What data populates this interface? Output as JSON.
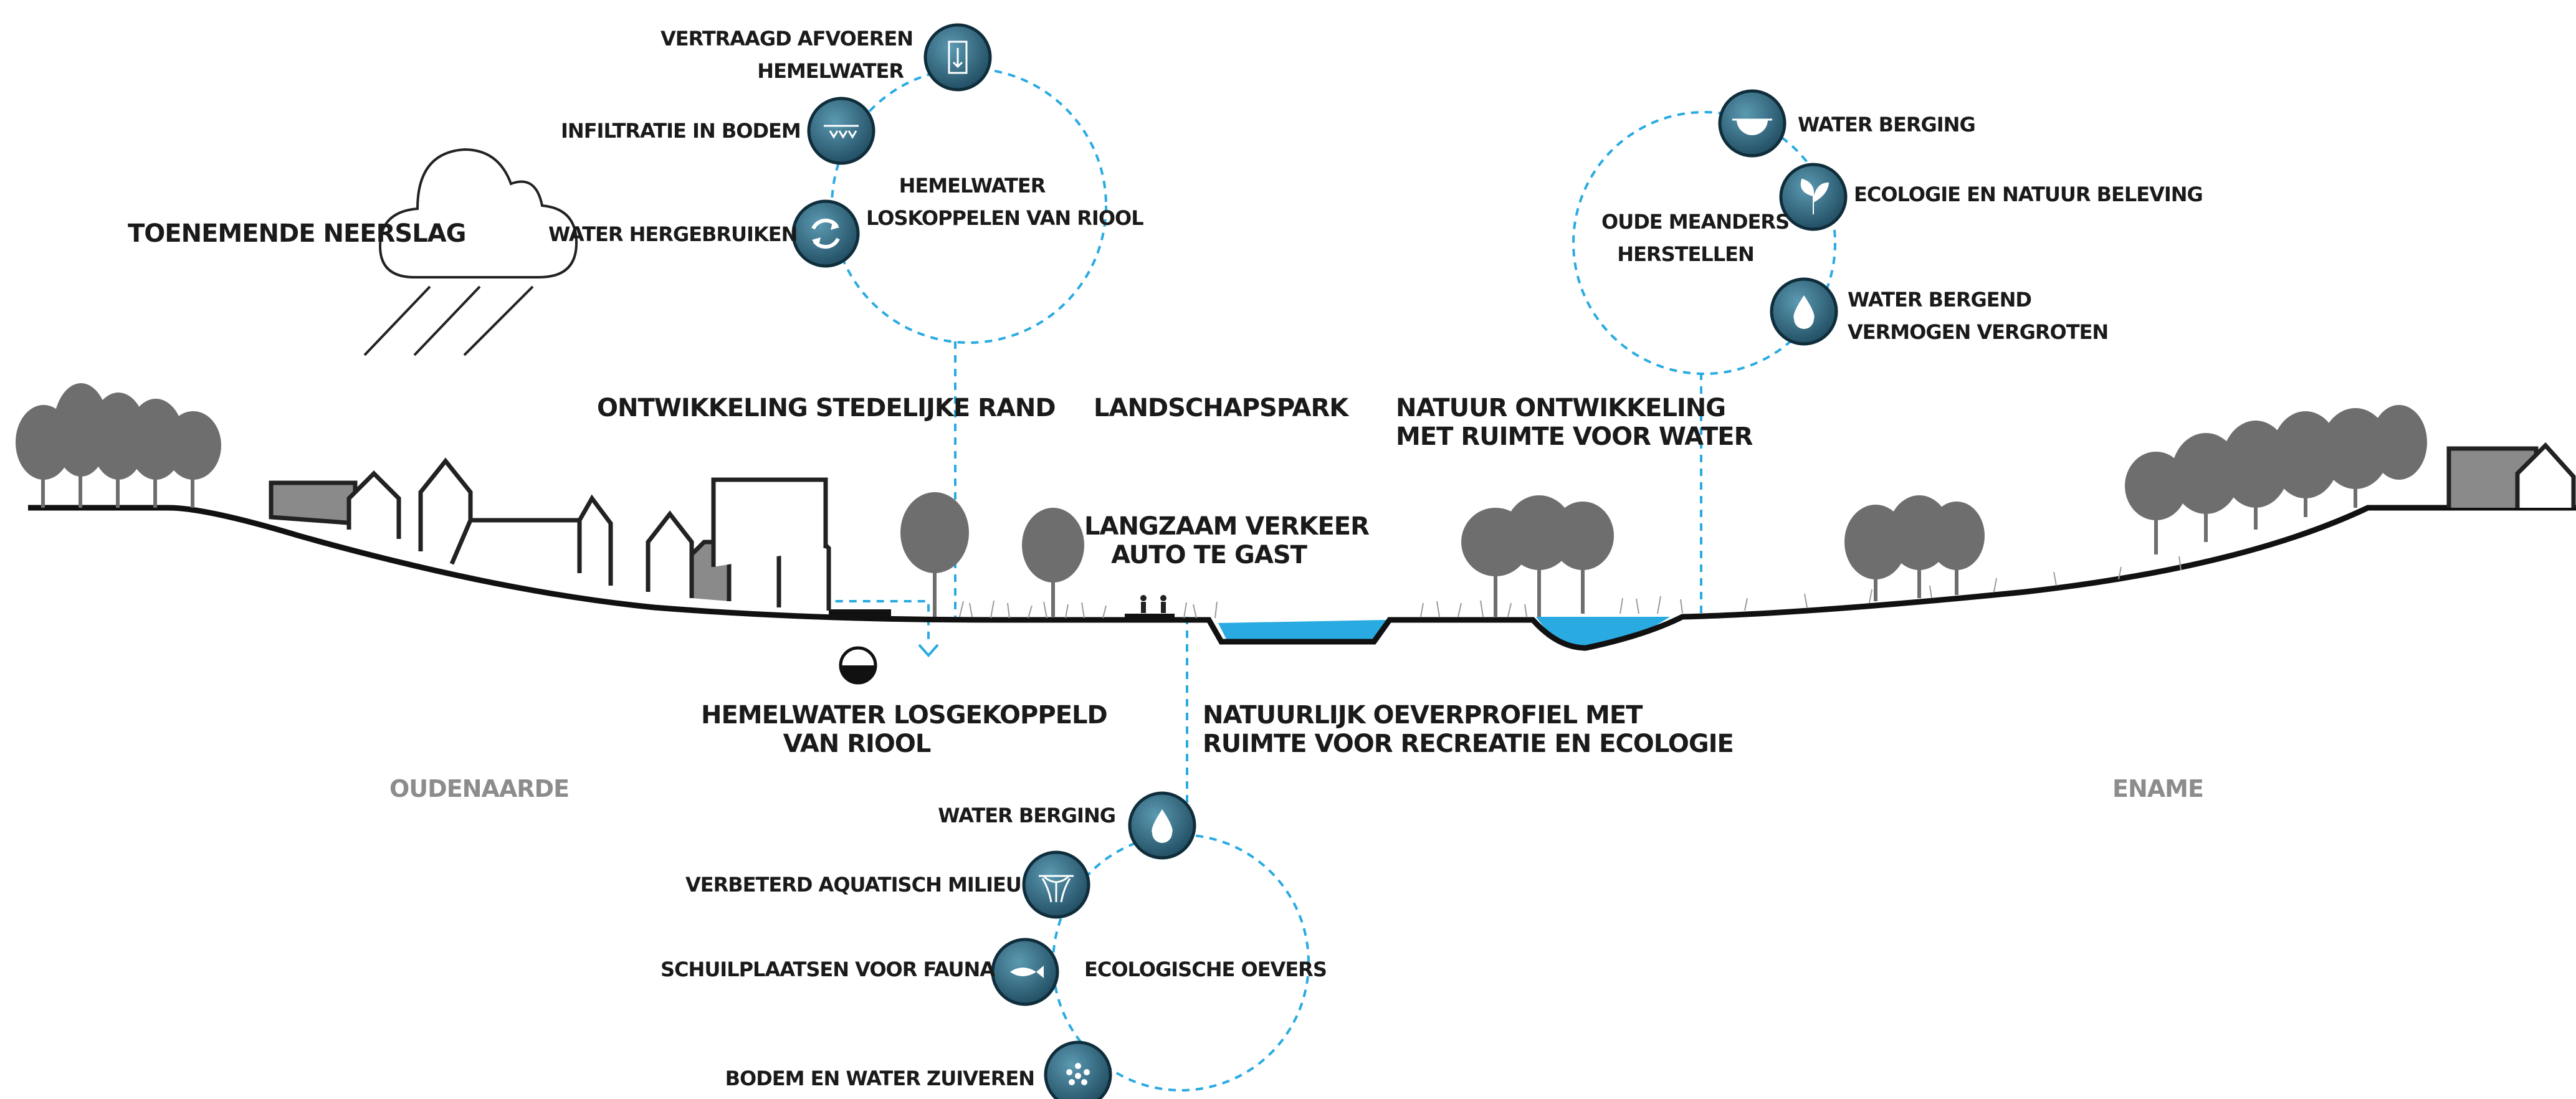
{
  "colors": {
    "accent": "#29abe2",
    "icon_dark": "#1f4a5f",
    "icon_mid": "#3d7f97",
    "water": "#29abe2",
    "vegetation": "#6e6e6e",
    "ground": "#111111"
  },
  "labels": {
    "rain_title": "TOENEMENDE NEERSLAG",
    "urban_edge": "ONTWIKKELING STEDELIJKE RAND",
    "landscape_park": "LANDSCHAPSPARK",
    "slow_traffic": [
      "LANGZAAM VERKEER",
      "AUTO TE GAST"
    ],
    "nature_dev": [
      "NATUUR ONTWIKKELING",
      "MET RUIMTE VOOR WATER"
    ],
    "rainwater_disconnected": [
      "HEMELWATER LOSGEKOPPELD",
      "VAN RIOOL"
    ],
    "natural_bank": [
      "NATUURLIJK OEVERPROFIEL MET",
      "RUIMTE VOOR RECREATIE EN ECOLOGIE"
    ],
    "place_left": "OUDENAARDE",
    "place_right": "ENAME"
  },
  "cluster_rainwater": {
    "center_label": [
      "HEMELWATER",
      "LOSKOPPELEN VAN RIOOL"
    ],
    "items": [
      {
        "label": [
          "VERTRAAGD AFVOEREN",
          "HEMELWATER"
        ],
        "icon": "delayed-discharge-icon"
      },
      {
        "label": [
          "INFILTRATIE IN BODEM"
        ],
        "icon": "infiltration-icon"
      },
      {
        "label": [
          "WATER HERGEBRUIKEN"
        ],
        "icon": "recycle-icon"
      }
    ]
  },
  "cluster_meanders": {
    "center_label": [
      "OUDE MEANDERS",
      "HERSTELLEN"
    ],
    "items": [
      {
        "label": [
          "WATER BERGING"
        ],
        "icon": "water-storage-icon"
      },
      {
        "label": [
          "ECOLOGIE EN NATUUR BELEVING"
        ],
        "icon": "leaf-icon"
      },
      {
        "label": [
          "WATER BERGEND",
          "VERMOGEN VERGROTEN"
        ],
        "icon": "water-drop-icon"
      }
    ]
  },
  "cluster_banks": {
    "center_label": [
      "ECOLOGISCHE OEVERS"
    ],
    "items": [
      {
        "label": [
          "WATER BERGING"
        ],
        "icon": "water-drop-icon"
      },
      {
        "label": [
          "VERBETERD AQUATISCH MILIEU"
        ],
        "icon": "aquatic-plant-icon"
      },
      {
        "label": [
          "SCHUILPLAATSEN VOOR FAUNA"
        ],
        "icon": "fish-icon"
      },
      {
        "label": [
          "BODEM EN WATER ZUIVEREN"
        ],
        "icon": "purify-icon"
      }
    ]
  }
}
